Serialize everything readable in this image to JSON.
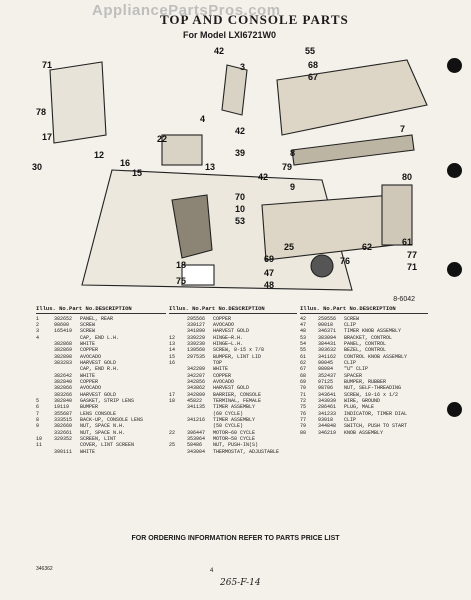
{
  "watermark": "AppliancePartsPros.com",
  "title": "TOP AND CONSOLE PARTS",
  "model": "For Model LXI6721W0",
  "diagram_number": "8-6042",
  "callouts": [
    "42",
    "3",
    "71",
    "78",
    "55",
    "68",
    "67",
    "7",
    "17",
    "22",
    "4",
    "13",
    "42",
    "39",
    "30",
    "12",
    "16",
    "15",
    "70",
    "10",
    "53",
    "80",
    "79",
    "8",
    "42",
    "9",
    "62",
    "61",
    "77",
    "71",
    "18",
    "75",
    "69",
    "47",
    "48",
    "25",
    "76"
  ],
  "columns": [
    {
      "headers": [
        "Illus. No.",
        "Part No.",
        "DESCRIPTION"
      ],
      "rows": [
        [
          "1",
          "382652",
          "PANEL, REAR"
        ],
        [
          "2",
          "98600",
          "SCREW"
        ],
        [
          "3",
          "165419",
          "SCREW"
        ],
        [
          "4",
          "",
          "CAP, END L.H."
        ],
        [
          "",
          "382868",
          "WHITE"
        ],
        [
          "",
          "382869",
          "COPPER"
        ],
        [
          "",
          "382898",
          "AVOCADO"
        ],
        [
          "",
          "383283",
          "HARVEST GOLD"
        ],
        [
          "",
          "",
          "CAP, END R.H."
        ],
        [
          "",
          "382642",
          "WHITE"
        ],
        [
          "",
          "382840",
          "COPPER"
        ],
        [
          "",
          "382866",
          "AVOCADO"
        ],
        [
          "",
          "383266",
          "HARVEST GOLD"
        ],
        [
          "5",
          "382840",
          "GASKET, STRIP LENS"
        ],
        [
          "6",
          "19119",
          "BUMPER"
        ],
        [
          "7",
          "355687",
          "LENS CONSOLE"
        ],
        [
          "8",
          "333515",
          "BACK-UP, CONSOLE LENS"
        ],
        [
          "9",
          "382660",
          "NUT, SPACE N.H."
        ],
        [
          "",
          "332661",
          "NUT, SPACE N.H."
        ],
        [
          "10",
          "329352",
          "SCREEN, LINT"
        ],
        [
          "11",
          "",
          "COVER, LINT SCREEN"
        ],
        [
          "",
          "390111",
          "WHITE"
        ]
      ]
    },
    {
      "headers": [
        "Illus. No.",
        "Part No.",
        "DESCRIPTION"
      ],
      "rows": [
        [
          "",
          "295566",
          "COPPER"
        ],
        [
          "",
          "339127",
          "AVOCADO"
        ],
        [
          "",
          "341890",
          "HARVEST GOLD"
        ],
        [
          "12",
          "339229",
          "HINGE—R.H."
        ],
        [
          "13",
          "339230",
          "HINGE—L.H."
        ],
        [
          "14",
          "139560",
          "SCREW, 8-15 x 7/8"
        ],
        [
          "15",
          "297535",
          "BUMPER, LINT LID"
        ],
        [
          "16",
          "",
          "TOP"
        ],
        [
          "",
          "342209",
          "WHITE"
        ],
        [
          "",
          "342207",
          "COPPER"
        ],
        [
          "",
          "342856",
          "AVOCADO"
        ],
        [
          "",
          "343862",
          "HARVEST GOLD"
        ],
        [
          "17",
          "342809",
          "BARRIER, CONSOLE"
        ],
        [
          "18",
          "45822",
          "TERMINAL, FEMALE"
        ],
        [
          "",
          "341135",
          "TIMER ASSEMBLY"
        ],
        [
          "",
          "",
          "(60 CYCLE)"
        ],
        [
          "",
          "341216",
          "TIMER ASSEMBLY"
        ],
        [
          "",
          "",
          "(50 CYCLE)"
        ],
        [
          "22",
          "396447",
          "MOTOR—60 CYCLE"
        ],
        [
          "",
          "353964",
          "MOTOR—50 CYCLE"
        ],
        [
          "25",
          "58486",
          "NUT, PUSH-IN(S)"
        ],
        [
          "",
          "343004",
          "THERMOSTAT, ADJUSTABLE"
        ]
      ]
    },
    {
      "headers": [
        "Illus. No.",
        "Part No.",
        "DESCRIPTION"
      ],
      "rows": [
        [
          "42",
          "259556",
          "SCREW"
        ],
        [
          "47",
          "90018",
          "CLIP"
        ],
        [
          "48",
          "346371",
          "TIMER KNOB ASSEMBLY"
        ],
        [
          "53",
          "383094",
          "BRACKET, CONTROL"
        ],
        [
          "54",
          "384431",
          "PANEL, CONTROL"
        ],
        [
          "55",
          "303632",
          "BEZEL, CONTROL"
        ],
        [
          "61",
          "341162",
          "CONTROL KNOB ASSEMBLY"
        ],
        [
          "62",
          "90045",
          "CLIP"
        ],
        [
          "67",
          "98084",
          "\"U\" CLIP"
        ],
        [
          "68",
          "352437",
          "SPACER"
        ],
        [
          "69",
          "97125",
          "BUMPER, RUBBER"
        ],
        [
          "70",
          "98706",
          "NUT, SELF-THREADING"
        ],
        [
          "71",
          "343641",
          "SCREW, 10-16 x 1/2"
        ],
        [
          "72",
          "343039",
          "WIRE, GROUND"
        ],
        [
          "75",
          "286461",
          "PLUG, MALE"
        ],
        [
          "76",
          "341233",
          "INDICATOR, TIMER DIAL"
        ],
        [
          "77",
          "93018",
          "CLIP"
        ],
        [
          "79",
          "344848",
          "SWITCH, PUSH TO START"
        ],
        [
          "80",
          "346219",
          "KNOB ASSEMBLY"
        ]
      ]
    }
  ],
  "footer": {
    "order_note": "FOR ORDERING INFORMATION REFER TO PARTS PRICE LIST",
    "page_number": "4",
    "form_number": "346362",
    "handwritten": "265-F-14"
  }
}
